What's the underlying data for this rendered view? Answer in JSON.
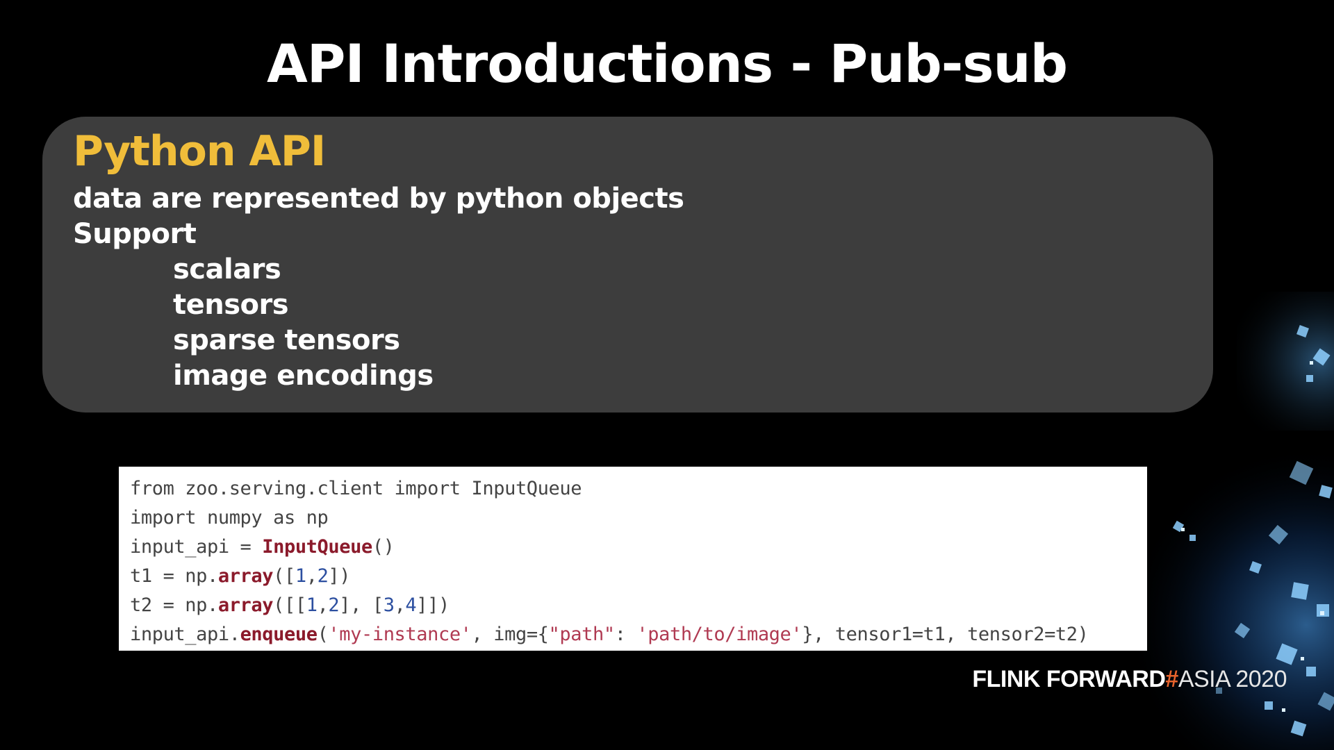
{
  "slide": {
    "title": "API Introductions - Pub-sub"
  },
  "panel": {
    "heading": "Python API",
    "description": "data are represented by python objects",
    "support_label": "Support",
    "support_items": [
      "scalars",
      "tensors",
      "sparse tensors",
      "image encodings"
    ]
  },
  "code": {
    "lines": [
      [
        {
          "t": "from zoo.serving.client import InputQueue",
          "c": "plain"
        }
      ],
      [
        {
          "t": "import numpy as np",
          "c": "plain"
        }
      ],
      [
        {
          "t": "input_api = ",
          "c": "plain"
        },
        {
          "t": "InputQueue",
          "c": "kw"
        },
        {
          "t": "()",
          "c": "plain"
        }
      ],
      [
        {
          "t": "t1 = np.",
          "c": "plain"
        },
        {
          "t": "array",
          "c": "kw"
        },
        {
          "t": "([",
          "c": "plain"
        },
        {
          "t": "1",
          "c": "num"
        },
        {
          "t": ",",
          "c": "plain"
        },
        {
          "t": "2",
          "c": "num"
        },
        {
          "t": "])",
          "c": "plain"
        }
      ],
      [
        {
          "t": "t2 = np.",
          "c": "plain"
        },
        {
          "t": "array",
          "c": "kw"
        },
        {
          "t": "([[",
          "c": "plain"
        },
        {
          "t": "1",
          "c": "num"
        },
        {
          "t": ",",
          "c": "plain"
        },
        {
          "t": "2",
          "c": "num"
        },
        {
          "t": "], [",
          "c": "plain"
        },
        {
          "t": "3",
          "c": "num"
        },
        {
          "t": ",",
          "c": "plain"
        },
        {
          "t": "4",
          "c": "num"
        },
        {
          "t": "]])",
          "c": "plain"
        }
      ],
      [
        {
          "t": "input_api.",
          "c": "plain"
        },
        {
          "t": "enqueue",
          "c": "kw"
        },
        {
          "t": "(",
          "c": "plain"
        },
        {
          "t": "'my-instance'",
          "c": "str"
        },
        {
          "t": ", img={",
          "c": "plain"
        },
        {
          "t": "\"path\"",
          "c": "str"
        },
        {
          "t": ": ",
          "c": "plain"
        },
        {
          "t": "'path/to/image'",
          "c": "str"
        },
        {
          "t": "}, tensor1=t1, tensor2=t2)",
          "c": "plain"
        }
      ]
    ]
  },
  "branding": {
    "flink": "FLINK",
    "forward": "FORWARD",
    "hash": "#",
    "event": "ASIA 2020"
  },
  "colors": {
    "background": "#000000",
    "panel": "#3d3d3d",
    "heading_accent": "#f0bd3a",
    "code_keyword": "#8b1a2b",
    "code_number": "#2c4fa0",
    "code_string": "#b03a52",
    "brand_hash": "#e8632c"
  },
  "decoration": {
    "background_art": "blue-glowing-cubes-graphic"
  }
}
